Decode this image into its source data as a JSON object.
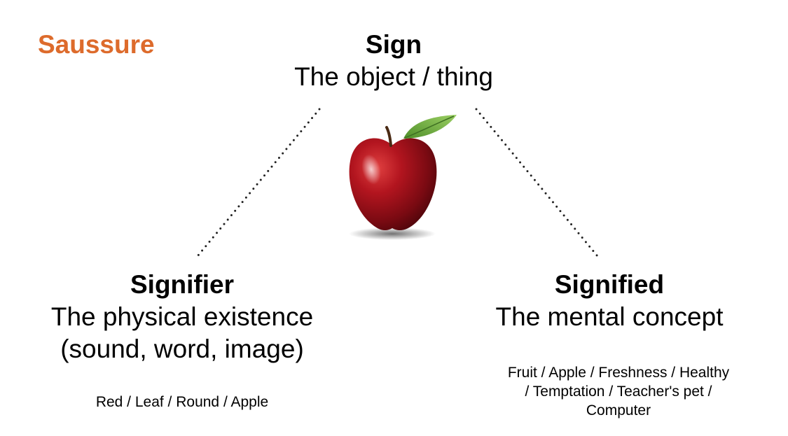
{
  "colors": {
    "brand": "#dd6b2c",
    "text": "#000000",
    "dotted_line": "#222222",
    "apple_red": "#a8121d",
    "leaf_green": "#6aa83a"
  },
  "brand": {
    "label": "Saussure"
  },
  "sign": {
    "title": "Sign",
    "subtitle": "The object / thing"
  },
  "signifier": {
    "title": "Signifier",
    "subtitle_line1": "The physical existence",
    "subtitle_line2": "(sound, word, image)",
    "examples": "Red / Leaf / Round / Apple"
  },
  "signified": {
    "title": "Signified",
    "subtitle": "The mental concept",
    "examples_line1": "Fruit / Apple / Freshness  / Healthy",
    "examples_line2": "/ Temptation / Teacher's pet /",
    "examples_line3": "Computer"
  },
  "illustration": {
    "icon": "apple-photo-icon"
  }
}
